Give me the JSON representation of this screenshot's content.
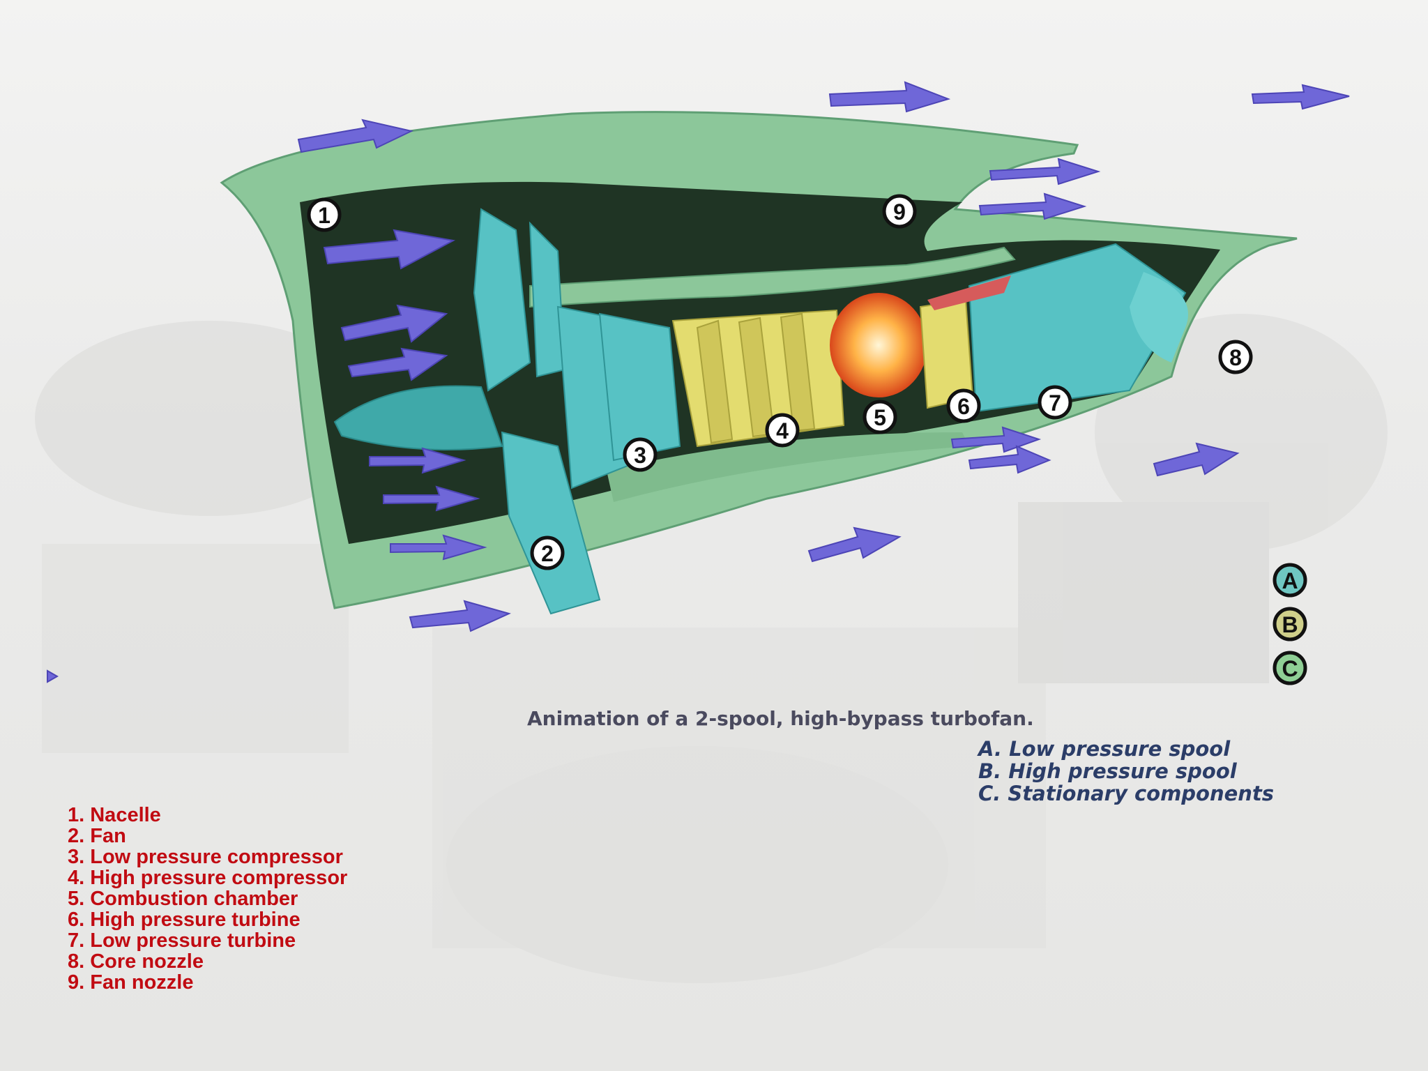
{
  "caption": "Animation of a 2-spool, high-bypass turbofan.",
  "legend": [
    {
      "key": "A",
      "label": "A. Low pressure spool",
      "color": "#6fc7c2"
    },
    {
      "key": "B",
      "label": "B. High pressure spool",
      "color": "#cfcf8a"
    },
    {
      "key": "C",
      "label": "C. Stationary components",
      "color": "#8fcf95"
    }
  ],
  "parts": [
    "1. Nacelle",
    "2. Fan",
    "3. Low pressure compressor",
    "4. High pressure compressor",
    "5. Combustion chamber",
    "6. High pressure turbine",
    "7. Low pressure turbine",
    "8. Core nozzle",
    "9. Fan nozzle"
  ],
  "markers": [
    "1",
    "2",
    "3",
    "4",
    "5",
    "6",
    "7",
    "8",
    "9"
  ],
  "colors": {
    "nacelle": "#8cc79a",
    "fan_blades": "#57c2c4",
    "hp_compressor": "#e3dc6f",
    "combustion": "#f0892e",
    "airflow_arrows": "#6f67d8",
    "parts_text": "#c10b12",
    "legend_text": "#2b3d68"
  }
}
